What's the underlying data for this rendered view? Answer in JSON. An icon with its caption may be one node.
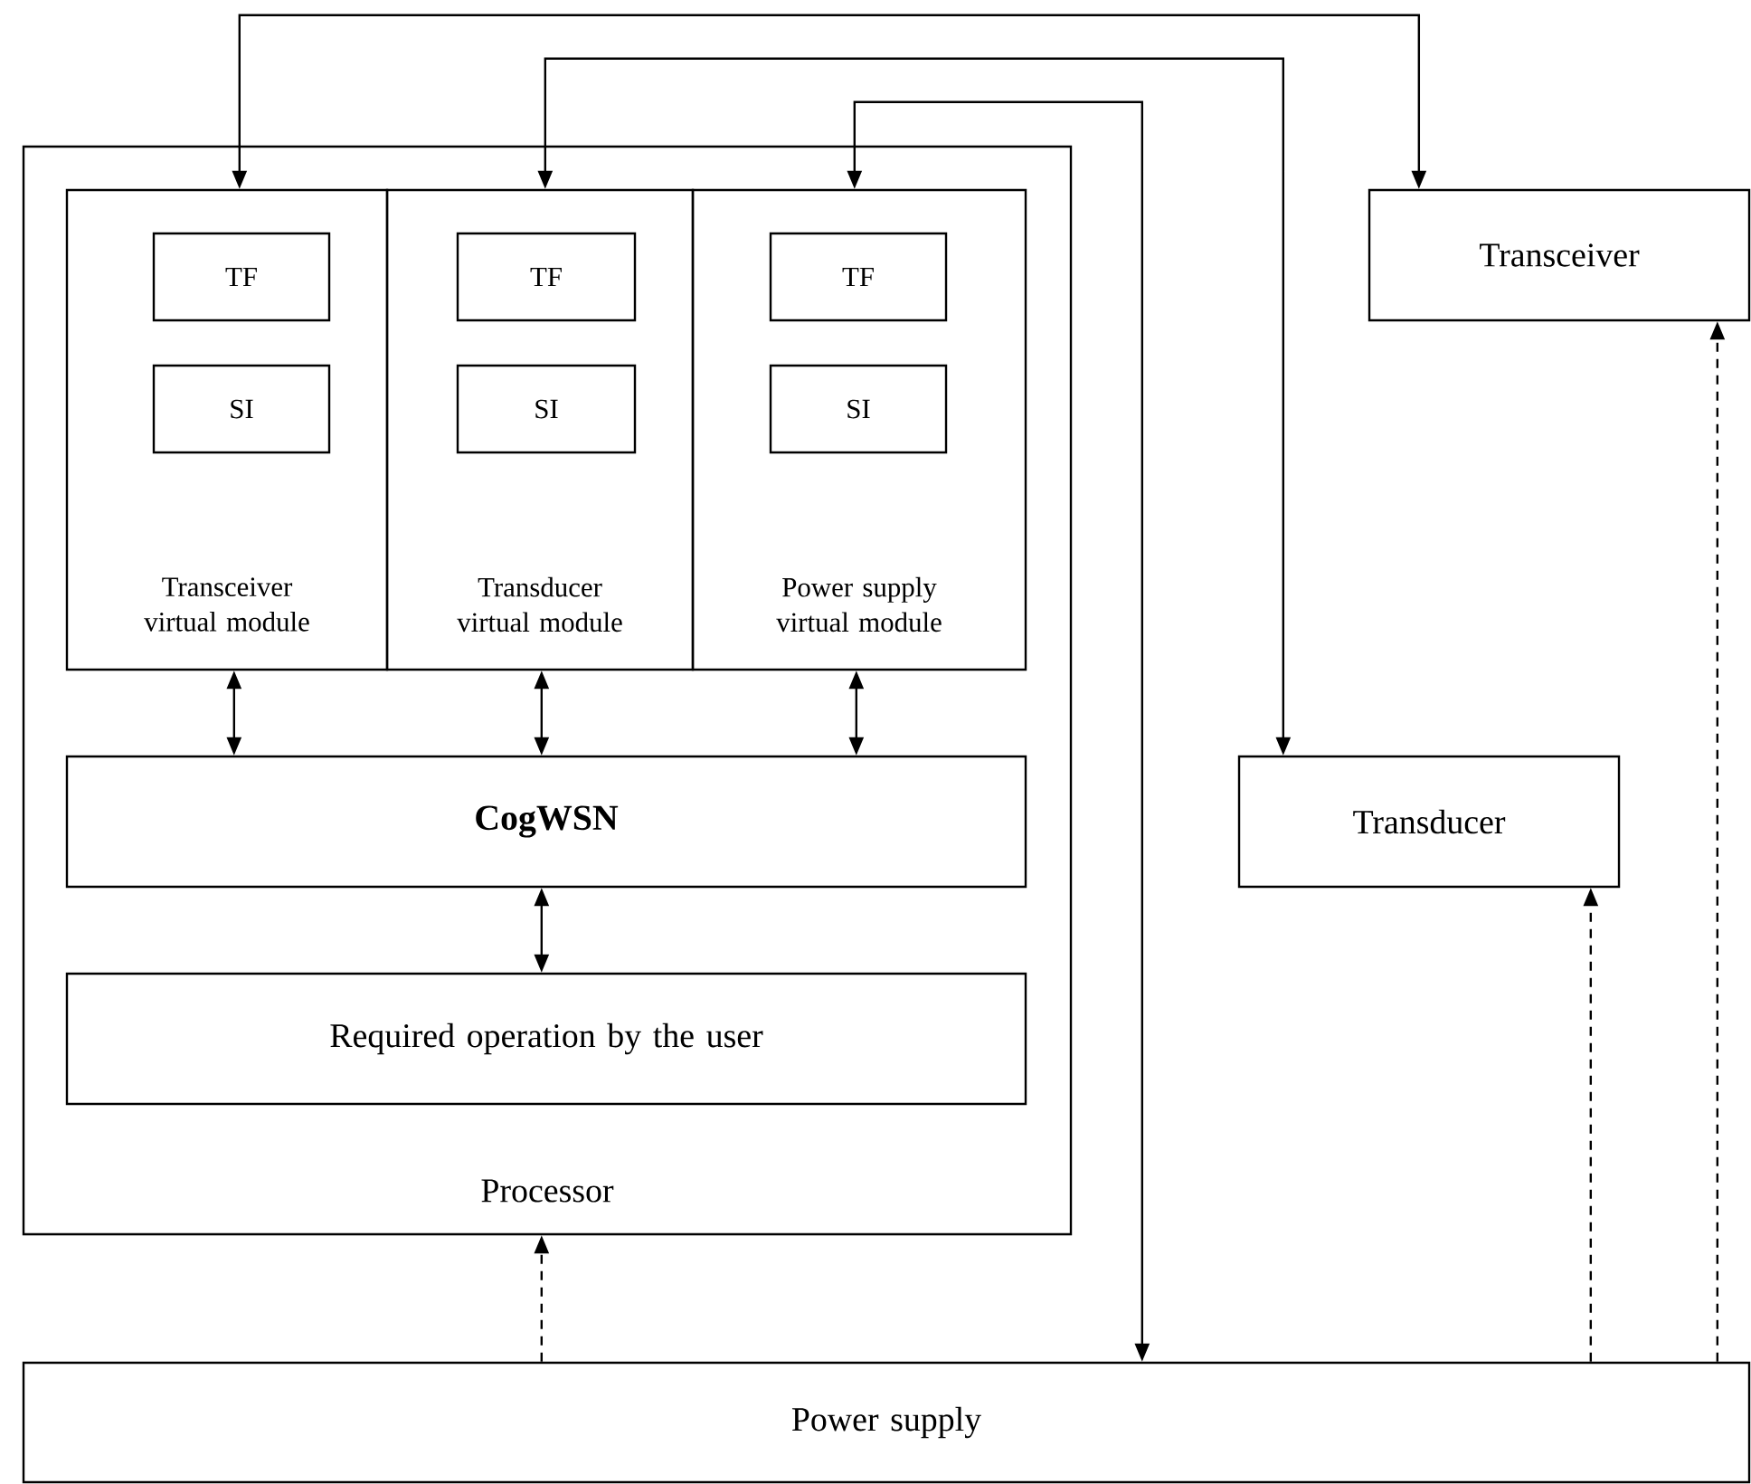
{
  "diagram": {
    "nodes": [
      {
        "text": [
          "Processor"
        ]
      },
      {
        "text": [
          "Transceiver virtual module"
        ],
        "in": 0
      },
      {
        "text": [
          "TF"
        ],
        "in": 1
      },
      {
        "text": [
          "SI"
        ],
        "in": 1
      },
      {
        "text": [
          "Transducer virtual module"
        ],
        "in": 0
      },
      {
        "text": [
          "TF"
        ],
        "in": 4
      },
      {
        "text": [
          "SI"
        ],
        "in": 4
      },
      {
        "text": [
          "Power supply virtual module"
        ],
        "in": 0
      },
      {
        "text": [
          "TF"
        ],
        "in": 7
      },
      {
        "text": [
          "SI"
        ],
        "in": 7
      },
      {
        "text": [
          "CogWSN"
        ],
        "in": 0
      },
      {
        "text": [
          "Required operation by the user"
        ],
        "in": 0
      },
      {
        "text": [
          "Transceiver"
        ]
      },
      {
        "text": [
          "Transducer"
        ]
      },
      {
        "text": [
          "Power supply"
        ]
      }
    ],
    "edges": [
      {
        "from": 1,
        "to": 12,
        "arrow": "both"
      },
      {
        "from": 4,
        "to": 13,
        "arrow": "both"
      },
      {
        "from": 7,
        "to": 14,
        "arrow": "both"
      },
      {
        "from": 1,
        "to": 10,
        "arrow": "both"
      },
      {
        "from": 4,
        "to": 10,
        "arrow": "both"
      },
      {
        "from": 7,
        "to": 10,
        "arrow": "both"
      },
      {
        "from": 10,
        "to": 11,
        "arrow": "both"
      },
      {
        "from": 14,
        "to": 0,
        "arrow": "to",
        "style": "dashed"
      },
      {
        "from": 14,
        "to": 13,
        "arrow": "to",
        "style": "dashed"
      },
      {
        "from": 14,
        "to": 12,
        "arrow": "to",
        "style": "dashed"
      }
    ]
  }
}
